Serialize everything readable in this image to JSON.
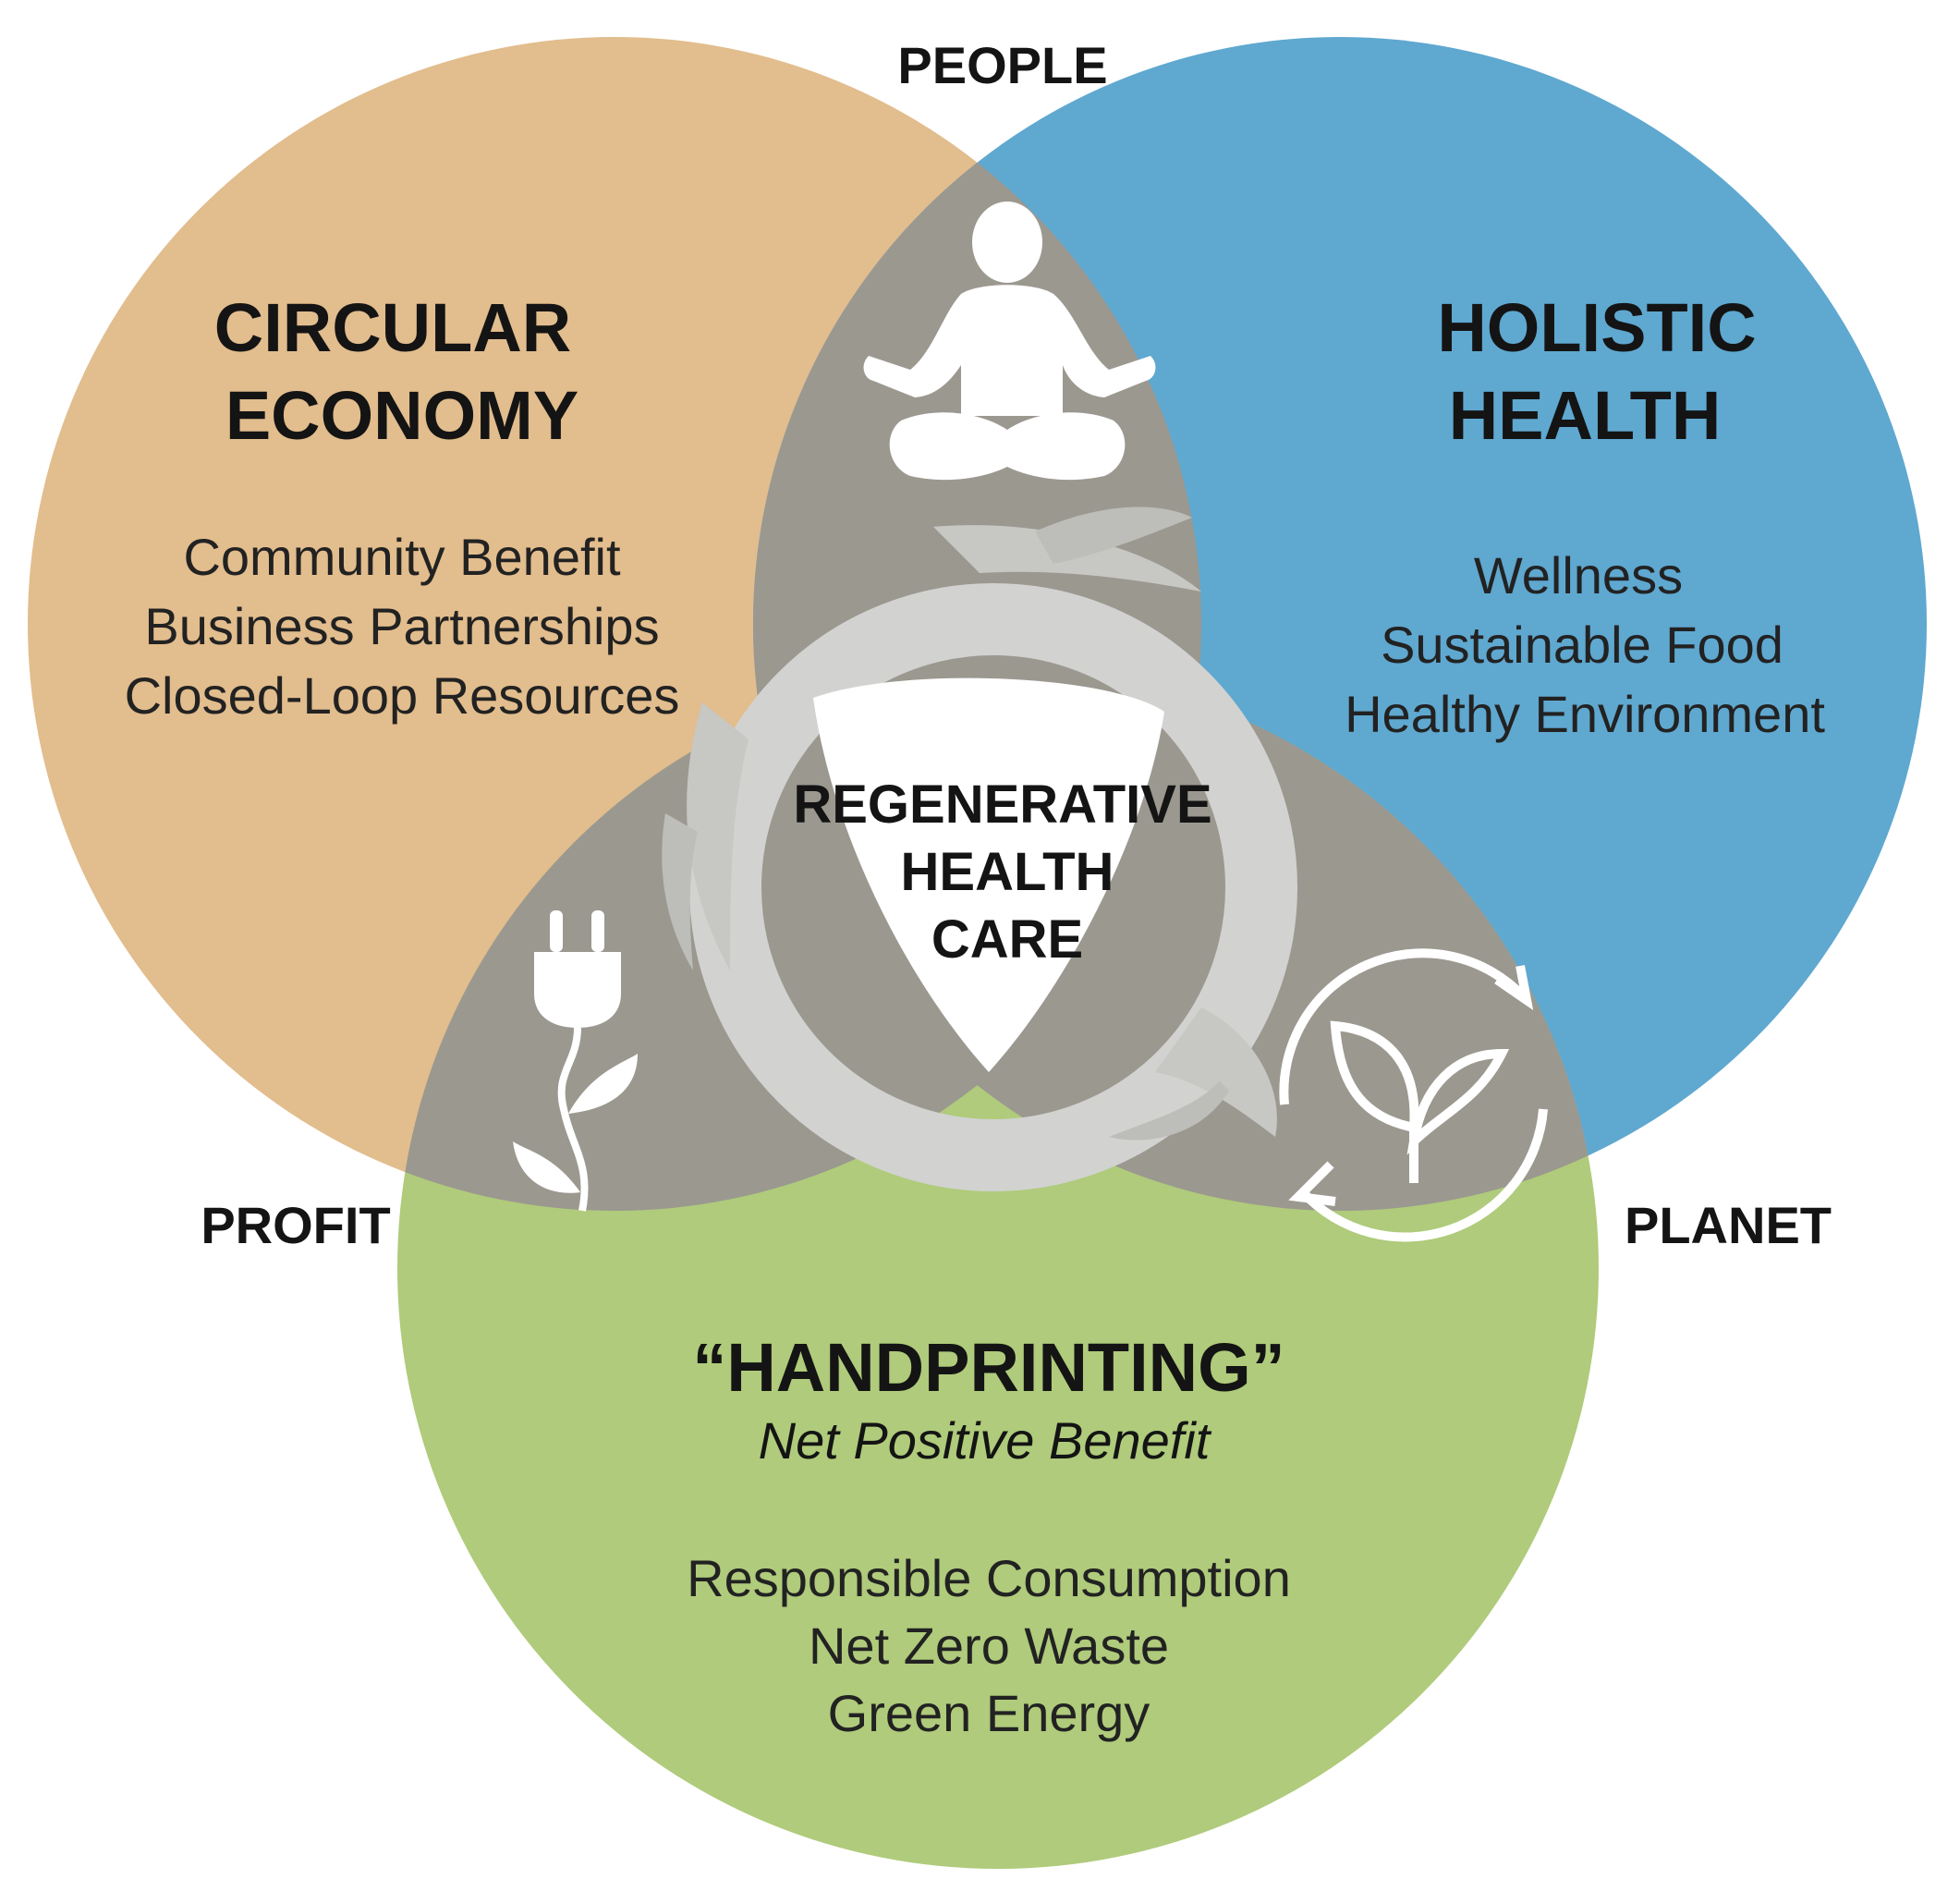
{
  "axis_labels": {
    "people": "PEOPLE",
    "profit": "PROFIT",
    "planet": "PLANET"
  },
  "circles": {
    "circular_economy": {
      "title_line1": "CIRCULAR",
      "title_line2": "ECONOMY",
      "items": [
        "Community Benefit",
        "Business Partnerships",
        "Closed-Loop Resources"
      ],
      "color": "#e2bd8d"
    },
    "holistic_health": {
      "title_line1": "HOLISTIC",
      "title_line2": "HEALTH",
      "items": [
        "Wellness",
        "Sustainable Food",
        "Healthy Environment"
      ],
      "color": "#5fa8d0"
    },
    "handprinting": {
      "title": "“HANDPRINTING”",
      "subtitle": "Net Positive Benefit",
      "items": [
        "Responsible Consumption",
        "Net Zero Waste",
        "Green Energy"
      ],
      "color": "#afcb7b"
    }
  },
  "center": {
    "line1": "REGENERATIVE",
    "line2": "HEALTH",
    "line3": "CARE"
  },
  "overlap_color": "#9b9890",
  "icons": [
    "meditation-person-icon",
    "plug-leaf-icon",
    "recycle-sprout-icon",
    "hands-circle-icon"
  ]
}
